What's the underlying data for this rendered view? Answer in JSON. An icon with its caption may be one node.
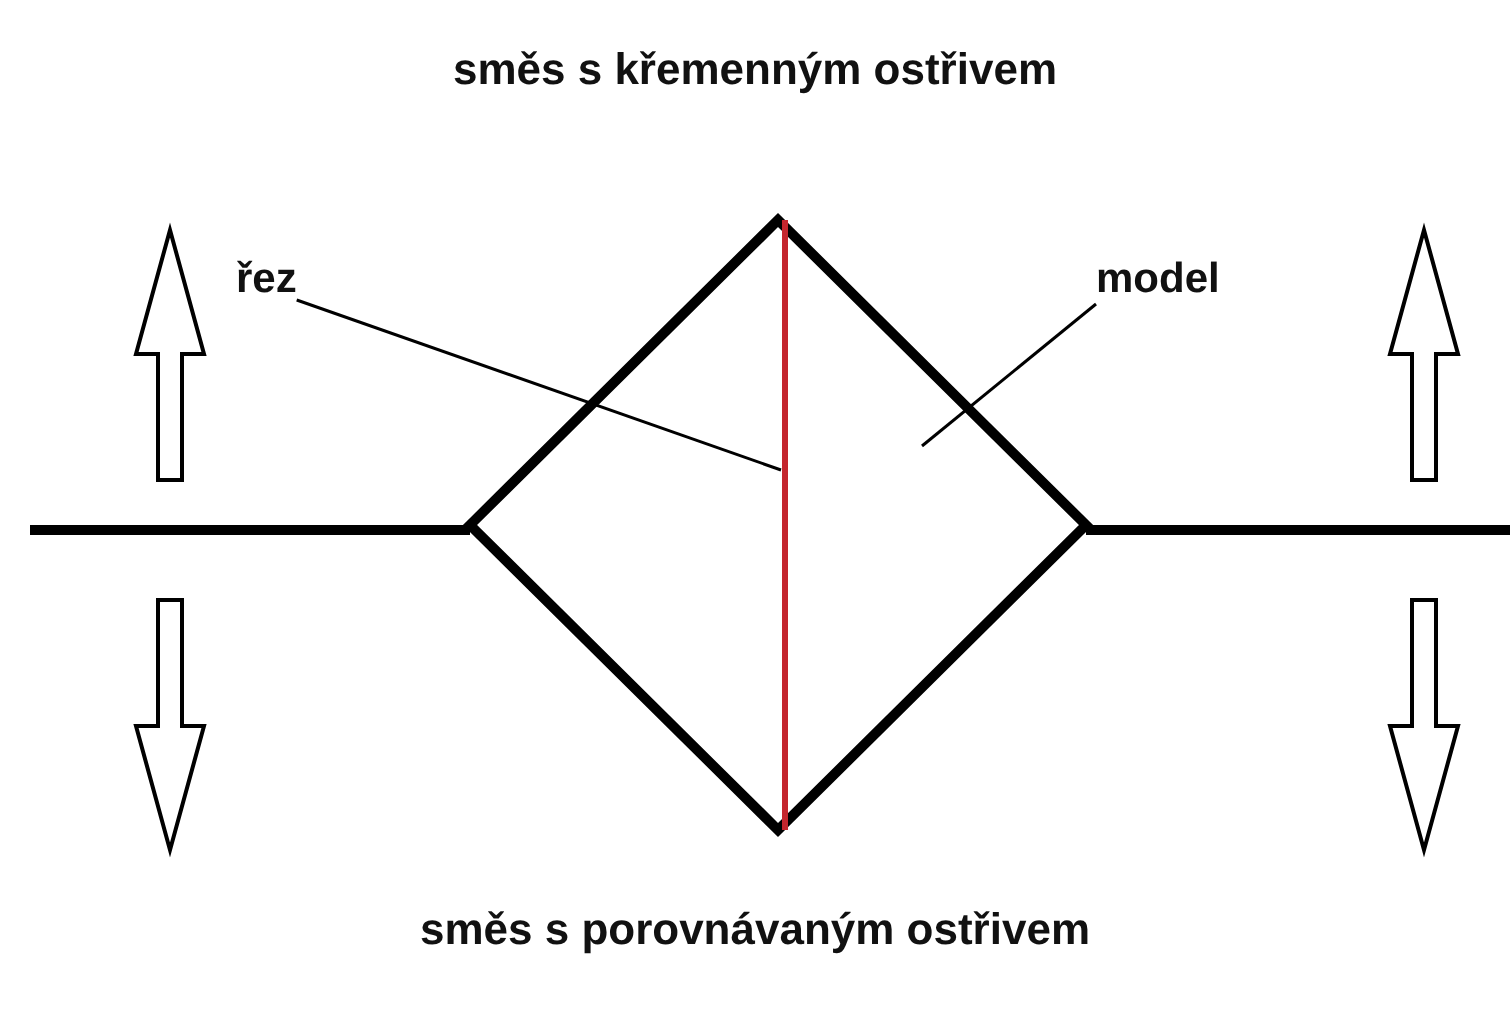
{
  "diagram": {
    "nodes": [
      {
        "text": [],
        "shape": "diamond"
      },
      {
        "text": [],
        "shape": "bar",
        "in": 0
      },
      {
        "text": [
          "řez"
        ]
      },
      {
        "text": [
          "model"
        ]
      }
    ],
    "edges": [
      {
        "from": 2,
        "to": 1,
        "arrow": "none"
      },
      {
        "from": 3,
        "to": 0,
        "arrow": "none"
      },
      {
        "from": null,
        "to": 0,
        "arrow": "none",
        "style": "thick"
      },
      {
        "from": 0,
        "to": null,
        "arrow": "none",
        "style": "thick"
      }
    ],
    "labels": [
      "směs s křemenným ostřivem",
      "směs s porovnávaným ostřivem"
    ]
  }
}
